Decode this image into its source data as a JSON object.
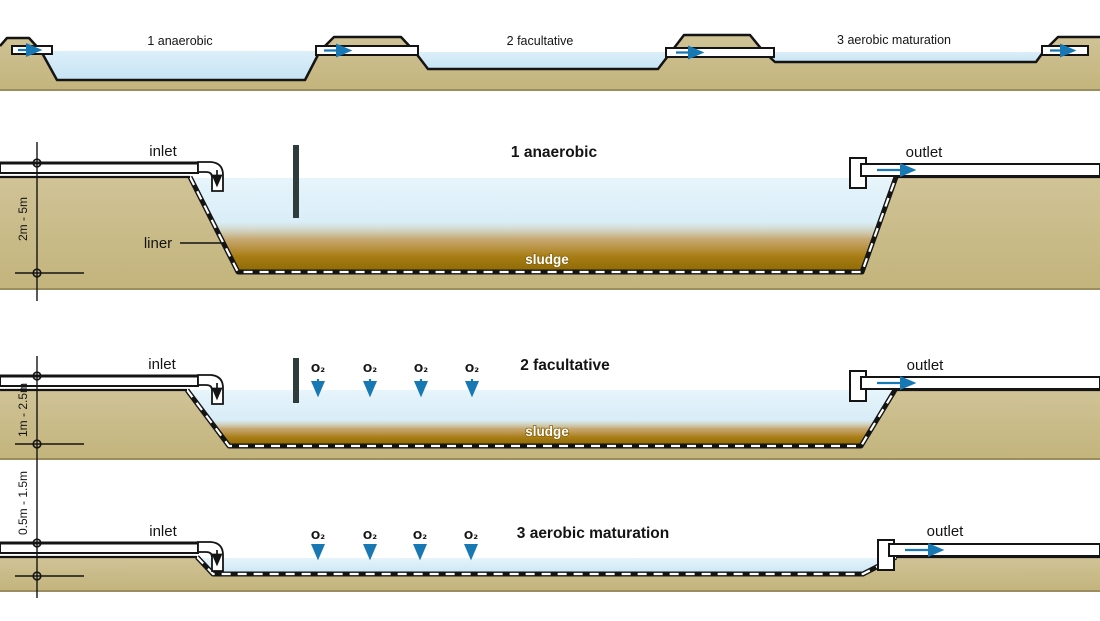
{
  "overview": {
    "pond1_label": "1 anaerobic",
    "pond2_label": "2 facultative",
    "pond3_label": "3 aerobic maturation"
  },
  "anaerobic": {
    "title": "1 anaerobic",
    "inlet_label": "inlet",
    "outlet_label": "outlet",
    "liner_label": "liner",
    "sludge_label": "sludge",
    "depth_label": "2m - 5m"
  },
  "facultative": {
    "title": "2 facultative",
    "inlet_label": "inlet",
    "outlet_label": "outlet",
    "sludge_label": "sludge",
    "depth_label": "1m - 2.5m",
    "o2_label": "O₂"
  },
  "maturation": {
    "title": "3 aerobic maturation",
    "inlet_label": "inlet",
    "outlet_label": "outlet",
    "depth_label": "0.5m - 1.5m",
    "o2_label": "O₂"
  },
  "colors": {
    "water_blue": "#cfe9f6",
    "ground_tan": "#cec292",
    "sludge_brown": "#9a7208",
    "flow_arrow_blue": "#1878b4",
    "baffle_dark": "#2e3d3b"
  }
}
